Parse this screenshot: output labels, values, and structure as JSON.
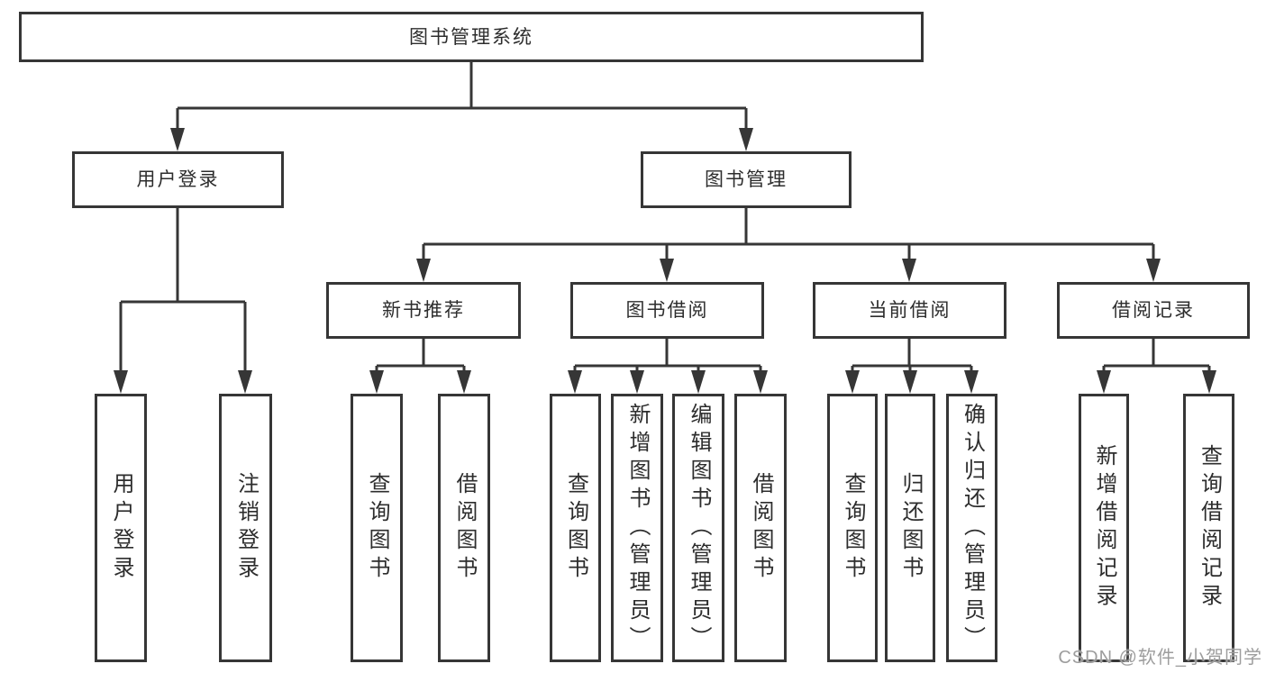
{
  "diagram": {
    "tree": {
      "root": {
        "label": "图书管理系统",
        "children": [
          {
            "label": "用户登录",
            "children": [
              {
                "label": "用户登录"
              },
              {
                "label": "注销登录"
              }
            ]
          },
          {
            "label": "图书管理",
            "children": [
              {
                "label": "新书推荐",
                "children": [
                  {
                    "label": "查询图书"
                  },
                  {
                    "label": "借阅图书"
                  }
                ]
              },
              {
                "label": "图书借阅",
                "children": [
                  {
                    "label": "查询图书"
                  },
                  {
                    "label": "新增图书（管理员）"
                  },
                  {
                    "label": "编辑图书（管理员）"
                  },
                  {
                    "label": "借阅图书"
                  }
                ]
              },
              {
                "label": "当前借阅",
                "children": [
                  {
                    "label": "查询图书"
                  },
                  {
                    "label": "归还图书"
                  },
                  {
                    "label": "确认归还（管理员）"
                  }
                ]
              },
              {
                "label": "借阅记录",
                "children": [
                  {
                    "label": "新增借阅记录"
                  },
                  {
                    "label": "查询借阅记录"
                  }
                ]
              }
            ]
          }
        ]
      }
    },
    "colors": {
      "line": "#363636",
      "text": "#2d2d2d",
      "background": "#ffffff",
      "watermark": "#9d9d9d"
    }
  },
  "watermark": {
    "text": "CSDN @软件_小贺同学"
  }
}
